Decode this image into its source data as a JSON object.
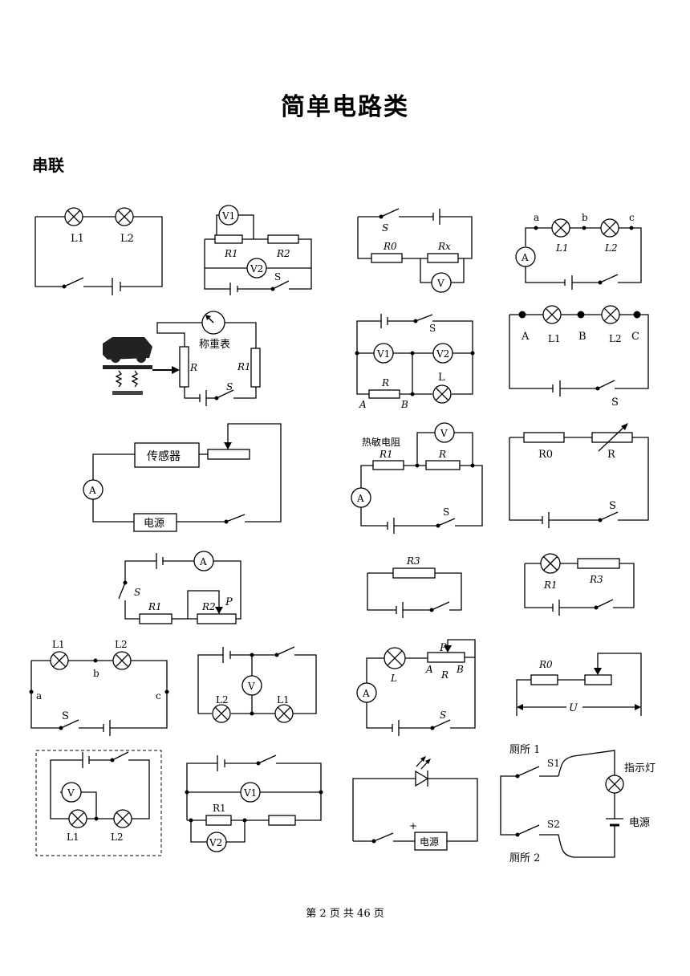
{
  "title": "简单电路类",
  "section": "串联",
  "footer": "第 2 页 共 46 页",
  "labels": {
    "l1": "L1",
    "l2": "L2",
    "v": "V",
    "v1": "V1",
    "v2": "V2",
    "a": "A",
    "r1": "R1",
    "r2": "R2",
    "r3": "R3",
    "r0": "R0",
    "rx": "Rx",
    "r": "R",
    "s": "S",
    "s1": "S1",
    "s2": "S2",
    "l": "L",
    "p": "P",
    "u": "U",
    "node_a": "a",
    "node_b": "b",
    "node_c": "c",
    "pt_A": "A",
    "pt_B": "B",
    "pt_C": "C",
    "scale": "称重表",
    "sensor": "传感器",
    "power": "电源",
    "thermistor": "热敏电阻",
    "indicator": "指示灯",
    "toilet1": "厕所 1",
    "toilet2": "厕所 2",
    "plus": "+"
  }
}
